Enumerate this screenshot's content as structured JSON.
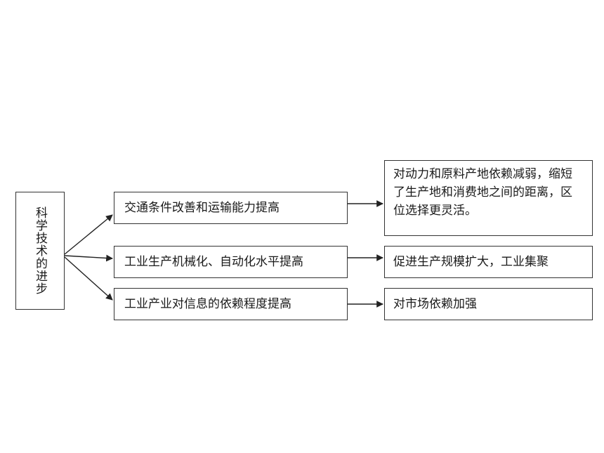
{
  "diagram": {
    "root": {
      "label": "科学技术的进步"
    },
    "effects": [
      {
        "label": "交通条件改善和运输能力提高",
        "result": "对动力和原料产地依赖减弱，缩短了生产地和消费地之间的距离，区位选择更灵活。"
      },
      {
        "label": "工业生产机械化、自动化水平提高",
        "result": "促进生产规模扩大，工业集聚"
      },
      {
        "label": "工业产业对信息的依赖程度提高",
        "result": "对市场依赖加强"
      }
    ]
  }
}
